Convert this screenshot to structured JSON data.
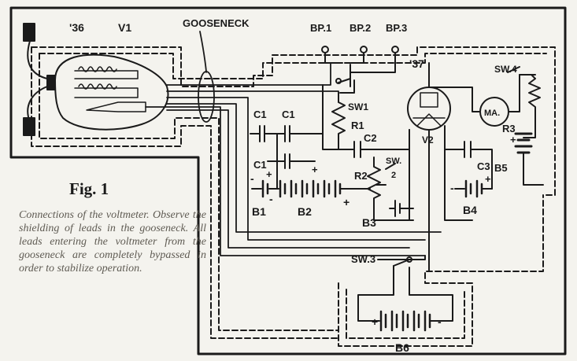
{
  "labels": {
    "tube1": "'36",
    "v1": "V1",
    "gooseneck": "GOOSENECK",
    "bp1": "BP.1",
    "bp2": "BP.2",
    "bp3": "BP.3",
    "tube2": "'37",
    "sw4": "SW.4",
    "ma": "MA.",
    "r3": "R3",
    "b5": "B5",
    "sw1": "SW1",
    "r1": "R1",
    "c2": "C2",
    "v2": "V2",
    "c3": "C3",
    "c1a": "C1",
    "c1b": "C1",
    "c1c": "C1",
    "r2": "R2",
    "sw2_top": "SW.",
    "sw2_bot": "2",
    "b1": "B1",
    "b2": "B2",
    "b3": "B3",
    "b4": "B4",
    "sw3": "SW.3",
    "b6": "B6"
  },
  "caption": {
    "title": "Fig. 1",
    "text": "Connections of the voltmeter. Observe the shielding of leads in the gooseneck. All leads entering the voltmeter from the gooseneck are completely bypassed in order to stabilize operation."
  }
}
